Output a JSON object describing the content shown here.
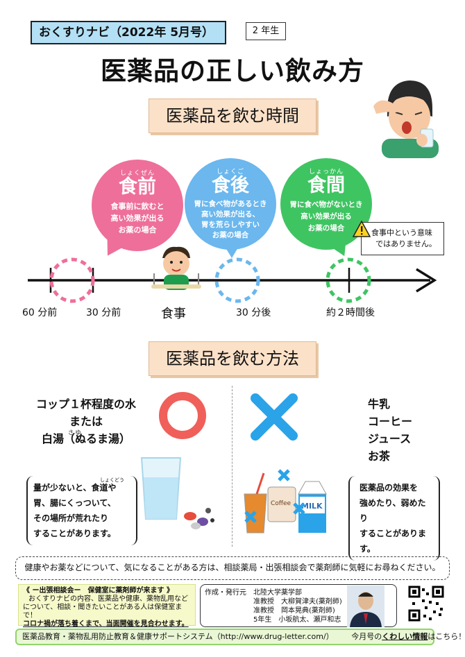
{
  "header": {
    "newsletter": "おくすりナビ（2022年 5月号）",
    "grade": "2 年生"
  },
  "title": "医薬品の正しい飲み方",
  "section1": {
    "heading": "医薬品を飲む時間"
  },
  "timing": [
    {
      "ruby": "しょくぜん",
      "label": "食前",
      "desc": [
        "食事前に飲むと",
        "高い効果が出る",
        "お薬の場合"
      ]
    },
    {
      "ruby": "しょくご",
      "label": "食後",
      "desc": [
        "胃に食べ物があるとき",
        "高い効果が出る、",
        "胃を荒らしやすい",
        "お薬の場合"
      ]
    },
    {
      "ruby": "しょっかん",
      "label": "食間",
      "desc": [
        "胃に食べ物がないとき",
        "高い効果が出る",
        "お薬の場合"
      ]
    }
  ],
  "warning_note": [
    "食事中という意味",
    "ではありません。"
  ],
  "timeline": {
    "labels": [
      "60 分前",
      "30 分前",
      "食事",
      "30 分後",
      "約２時間後"
    ]
  },
  "section2": {
    "heading": "医薬品を飲む方法"
  },
  "good": {
    "lines": [
      "コップ１杯程度の水",
      "または",
      "白湯（ぬるま湯）"
    ],
    "ruby": "さ ゆ",
    "symbol": "○",
    "note": [
      "量が少ないと、食道や",
      "胃、腸にくっついて、",
      "その場所が荒れたり",
      "することがあります。"
    ],
    "note_ruby": "しょくどう"
  },
  "bad": {
    "lines": [
      "牛乳",
      "コーヒー",
      "ジュース",
      "お茶"
    ],
    "symbol": "✕",
    "note": [
      "医薬品の効果を",
      "強めたり、弱めたり",
      "することがあります。"
    ],
    "labels": {
      "milk": "MILK",
      "coffee": "Coffee"
    }
  },
  "banner": "健康やお薬などについて、気になることがある方は、相談薬局・出張相談会で薬剤師に気軽にお尋ねください。",
  "consult": {
    "title": "《 ー出張相談会ー　保健室に薬剤師が来ます 》",
    "lines": [
      "おくすりナビの内容、医薬品や健康、薬物乱用など",
      "について、相談・聞きたいことがある人は保健室まで！"
    ],
    "notice": "コロナ禍が落ち着くまで、当面開催を見合わせます。"
  },
  "publisher": {
    "label": "作成・発行元",
    "org": "北陸大学薬学部",
    "people": [
      "准教授　大柳賀津夫(薬剤師)",
      "准教授　岡本晃典(薬剤師)",
      "5年生　小坂航太、瀬戸和志"
    ]
  },
  "footer": {
    "left": "医薬品教育・薬物乱用防止教育＆健康サポートシステム（http://www.drug-letter.com/）",
    "right_prefix": "今月号の",
    "right_link": "くわしい情報",
    "right_suffix": "はこちら！"
  },
  "colors": {
    "pink": "#ee6f9a",
    "blue": "#6bb7ee",
    "green": "#3fc462",
    "circle_red": "#f05f5a",
    "cross_blue": "#2aa3e8"
  }
}
